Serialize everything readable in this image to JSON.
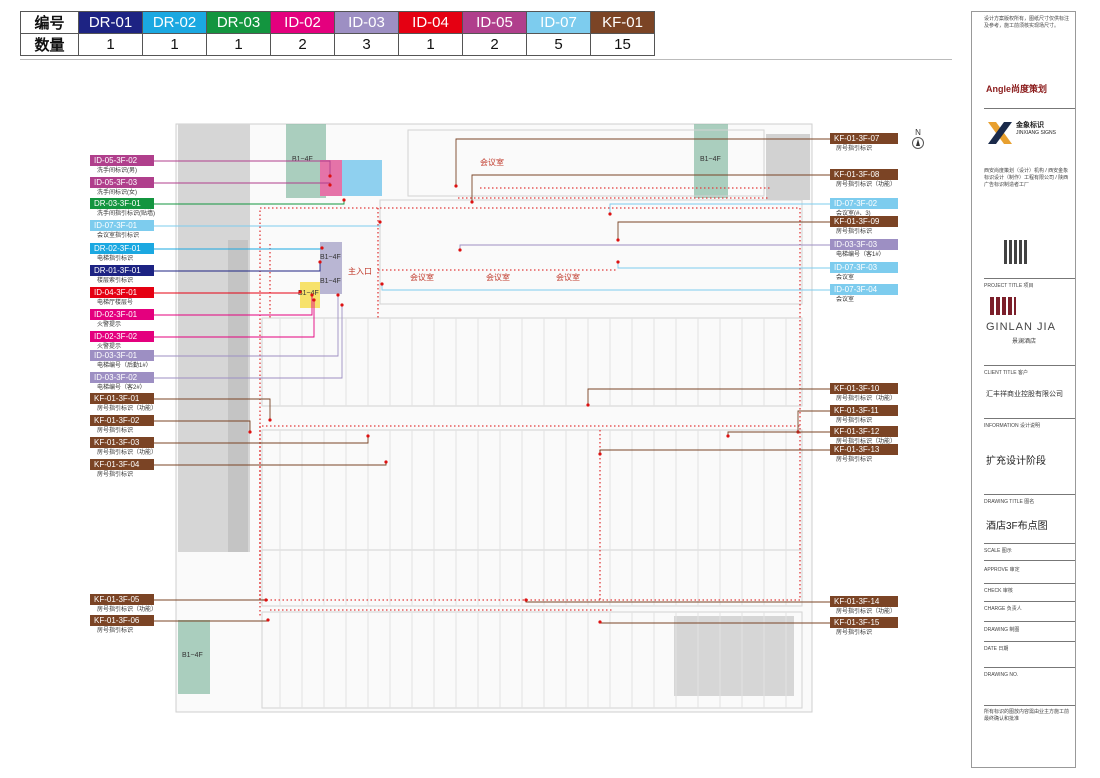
{
  "legend": {
    "row1_head": "编号",
    "row2_head": "数量",
    "items": [
      {
        "code": "DR-01",
        "count": "1",
        "color": "#1d2383"
      },
      {
        "code": "DR-02",
        "count": "1",
        "color": "#1ba8e1"
      },
      {
        "code": "DR-03",
        "count": "1",
        "color": "#13953f"
      },
      {
        "code": "ID-02",
        "count": "2",
        "color": "#e4007e"
      },
      {
        "code": "ID-03",
        "count": "3",
        "color": "#9d8fc3"
      },
      {
        "code": "ID-04",
        "count": "1",
        "color": "#e50012"
      },
      {
        "code": "ID-05",
        "count": "2",
        "color": "#b03f8c"
      },
      {
        "code": "ID-07",
        "count": "5",
        "color": "#7dccee"
      },
      {
        "code": "KF-01",
        "count": "15",
        "color": "#7b4425"
      }
    ]
  },
  "left_labels": [
    {
      "code": "ID-05-3F-02",
      "sub": "洗手间标识(男)",
      "color": "#b03f8c"
    },
    {
      "code": "ID-05-3F-03",
      "sub": "洗手间标识(女)",
      "color": "#b03f8c"
    },
    {
      "code": "DR-03-3F-01",
      "sub": "洗手间指引标识(贴墙)",
      "color": "#13953f"
    },
    {
      "code": "ID-07-3F-01",
      "sub": "会议室指引标识",
      "color": "#7dccee"
    },
    {
      "code": "DR-02-3F-01",
      "sub": "电梯指引标识",
      "color": "#1ba8e1"
    },
    {
      "code": "DR-01-3F-01",
      "sub": "楼层索引标识",
      "color": "#1d2383"
    },
    {
      "code": "ID-04-3F-01",
      "sub": "电梯厅楼层号",
      "color": "#e50012"
    },
    {
      "code": "ID-02-3F-01",
      "sub": "火警提示",
      "color": "#e4007e"
    },
    {
      "code": "ID-02-3F-02",
      "sub": "火警提示",
      "color": "#e4007e"
    },
    {
      "code": "ID-03-3F-01",
      "sub": "电梯编号（后勤1#）",
      "color": "#9d8fc3"
    },
    {
      "code": "ID-03-3F-02",
      "sub": "电梯编号（客2#）",
      "color": "#9d8fc3"
    },
    {
      "code": "KF-01-3F-01",
      "sub": "房号指引标识（功能）",
      "color": "#7b4425"
    },
    {
      "code": "KF-01-3F-02",
      "sub": "房号指引标识",
      "color": "#7b4425"
    },
    {
      "code": "KF-01-3F-03",
      "sub": "房号指引标识（功能）",
      "color": "#7b4425"
    },
    {
      "code": "KF-01-3F-04",
      "sub": "房号指引标识",
      "color": "#7b4425"
    },
    {
      "code": "KF-01-3F-05",
      "sub": "房号指引标识（功能）",
      "color": "#7b4425"
    },
    {
      "code": "KF-01-3F-06",
      "sub": "房号指引标识",
      "color": "#7b4425"
    }
  ],
  "right_labels": [
    {
      "code": "KF-01-3F-07",
      "sub": "房号指引标识",
      "color": "#7b4425"
    },
    {
      "code": "KF-01-3F-08",
      "sub": "房号指引标识（功能）",
      "color": "#7b4425"
    },
    {
      "code": "ID-07-3F-02",
      "sub": "会议室(#、3)",
      "color": "#7dccee"
    },
    {
      "code": "KF-01-3F-09",
      "sub": "房号指引标识",
      "color": "#7b4425"
    },
    {
      "code": "ID-03-3F-03",
      "sub": "电梯编号（客1#）",
      "color": "#9d8fc3"
    },
    {
      "code": "ID-07-3F-03",
      "sub": "会议室",
      "color": "#7dccee"
    },
    {
      "code": "ID-07-3F-04",
      "sub": "会议室",
      "color": "#7dccee"
    },
    {
      "code": "KF-01-3F-10",
      "sub": "房号指引标识（功能）",
      "color": "#7b4425"
    },
    {
      "code": "KF-01-3F-11",
      "sub": "房号指引标识",
      "color": "#7b4425"
    },
    {
      "code": "KF-01-3F-12",
      "sub": "房号指引标识（功能）",
      "color": "#7b4425"
    },
    {
      "code": "KF-01-3F-13",
      "sub": "房号指引标识",
      "color": "#7b4425"
    },
    {
      "code": "KF-01-3F-14",
      "sub": "房号指引标识（功能）",
      "color": "#7b4425"
    },
    {
      "code": "KF-01-3F-15",
      "sub": "房号指引标识",
      "color": "#7b4425"
    }
  ],
  "plan": {
    "meeting_top": "会议室",
    "meeting_row": [
      "会议室",
      "会议室",
      "会议室"
    ],
    "entrance": "主入口",
    "b1_4f": "B1~4F",
    "north": "N"
  },
  "title_block": {
    "copyright": "设计方案版权所有，图纸尺寸仅供标注及参考，施工前须核实现场尺寸。",
    "company1_name": "Angle尚度策划",
    "company2_name": "金象标识",
    "company2_en": "JINXIANG SIGNS",
    "company_info": "西安尚度策划（设计）机构 / 西安金象标识设计（制作）工程有限公司 / 陕西广告标识制造者工厂",
    "project_label": "PROJECT TITLE 项目",
    "project_name": "GINLAN JIA",
    "project_cn": "景澜酒店",
    "client_label": "CLIENT TITLE 客户",
    "client_name": "汇丰祥商业控股有限公司",
    "info_label": "INFORMATION 设计说明",
    "info_value": "扩充设计阶段",
    "drawing_label": "DRAWING TITLE 图名",
    "drawing_value": "酒店3F布点图",
    "scale_label": "SCALE 图示",
    "approve_label": "APPROVE 审定",
    "check_label": "CHECK 审核",
    "charge_label": "CHARGE 负责人",
    "drawing_by_label": "DRAWING 制图",
    "date_label": "DATE 日期",
    "drawing_no_label": "DRAWING NO.",
    "footer": "所有标识的图放内容需由业主方施工前最终确认和批准"
  }
}
